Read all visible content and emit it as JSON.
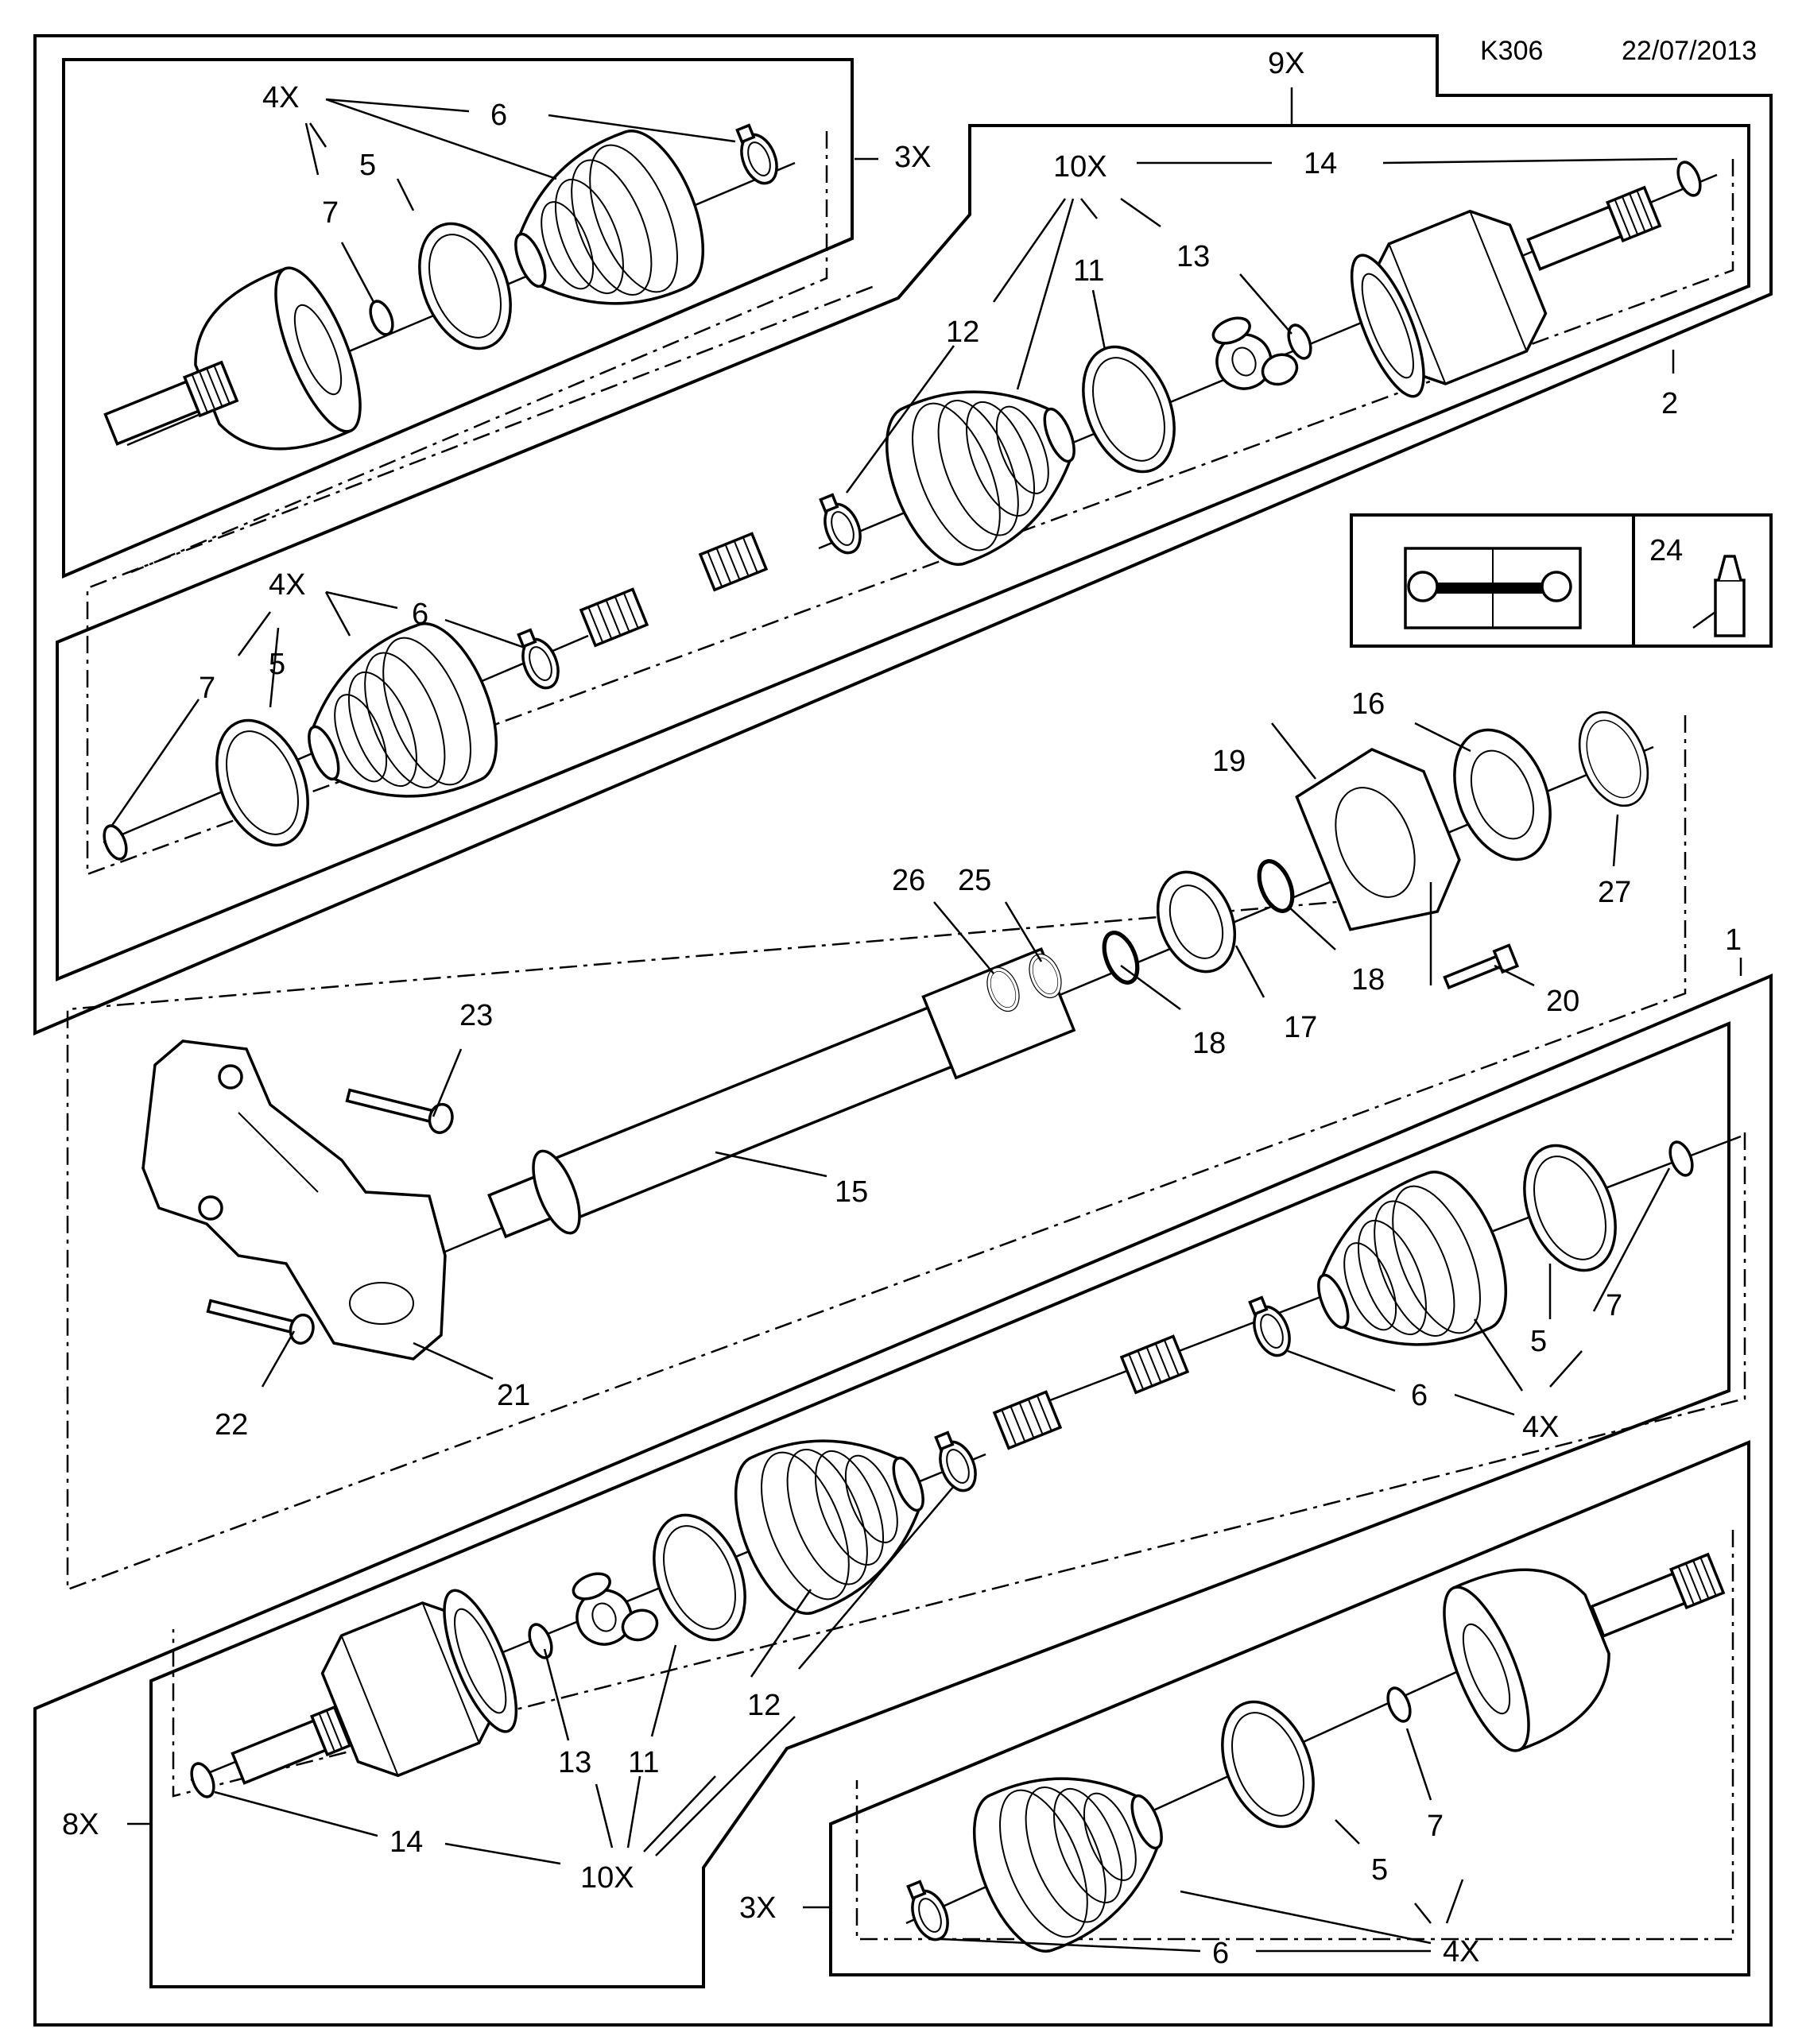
{
  "header": {
    "code": "K306",
    "date": "22/07/2013"
  },
  "labels": {
    "l9x": "9X",
    "l3x_top": "3X",
    "l2": "2",
    "l24": "24",
    "l1": "1",
    "l8x": "8X",
    "l3x_bot": "3X",
    "tl_4x": "4X",
    "tl_6": "6",
    "tl_5": "5",
    "tl_7": "7",
    "tr_10x": "10X",
    "tr_14": "14",
    "tr_11": "11",
    "tr_13": "13",
    "tr_12": "12",
    "ml_4x": "4X",
    "ml_6": "6",
    "ml_5": "5",
    "ml_7": "7",
    "c16": "16",
    "c19": "19",
    "c27": "27",
    "c26": "26",
    "c25": "25",
    "c18a": "18",
    "c18b": "18",
    "c17": "17",
    "c20": "20",
    "c23": "23",
    "c15": "15",
    "c22": "22",
    "c21": "21",
    "mr_5": "5",
    "mr_7": "7",
    "mr_6": "6",
    "mr_4x": "4X",
    "bl_13": "13",
    "bl_11": "11",
    "bl_12": "12",
    "bl_14": "14",
    "bl_10x": "10X",
    "br_7": "7",
    "br_5": "5",
    "br_6": "6",
    "br_4x": "4X"
  },
  "icons": {
    "manual": "repair-manual-wrench-icon",
    "grease": "grease-bottle-icon"
  }
}
